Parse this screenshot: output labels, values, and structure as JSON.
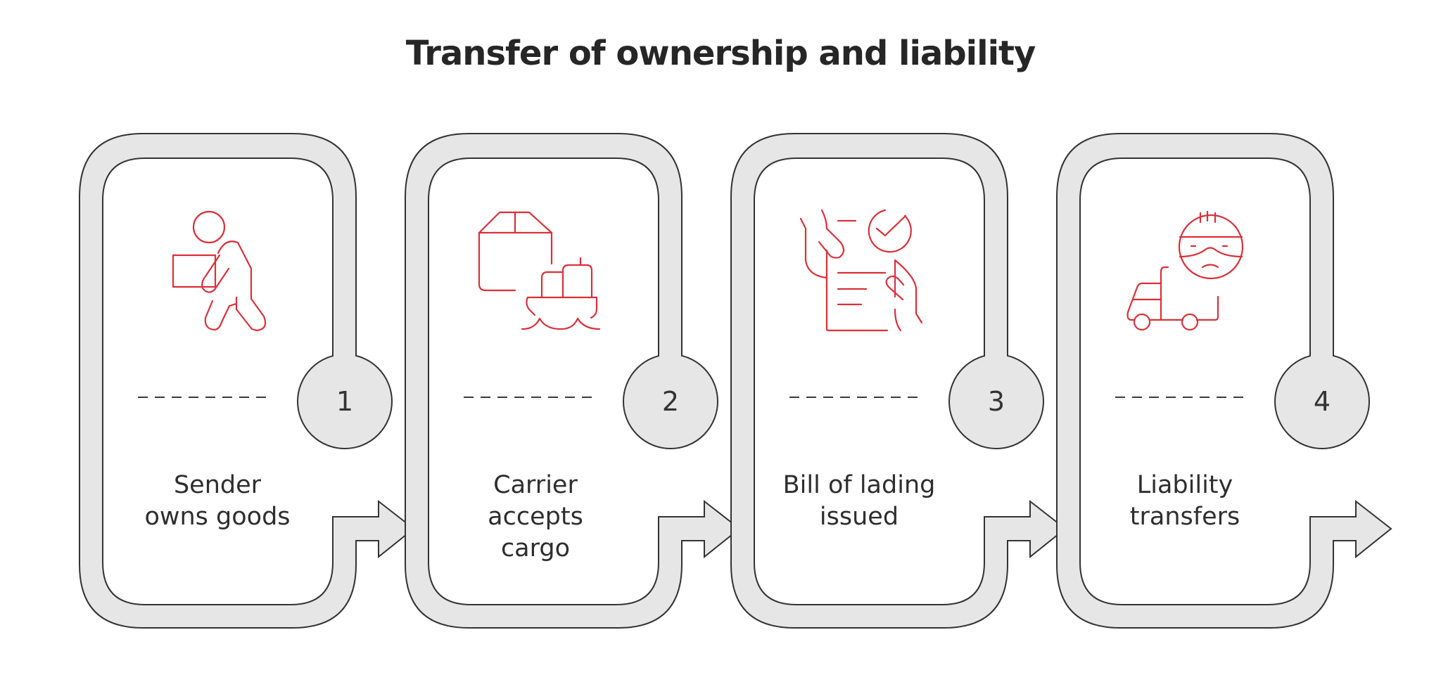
{
  "title": "Transfer of ownership and liability",
  "colors": {
    "track_fill": "#e6e6e6",
    "outline": "#333333",
    "icon_accent": "#d9303a",
    "text": "#2e2e2e"
  },
  "steps": [
    {
      "number": "1",
      "label_line1": "Sender",
      "label_line2": "owns goods",
      "label_line3": "",
      "icon": "person-carrying-box-icon"
    },
    {
      "number": "2",
      "label_line1": "Carrier",
      "label_line2": "accepts",
      "label_line3": "cargo",
      "icon": "box-and-ship-icon"
    },
    {
      "number": "3",
      "label_line1": "Bill of lading",
      "label_line2": "issued",
      "label_line3": "",
      "icon": "document-in-hands-with-check-icon"
    },
    {
      "number": "4",
      "label_line1": "Liability",
      "label_line2": "transfers",
      "label_line3": "",
      "icon": "delivery-truck-with-courier-icon"
    }
  ]
}
